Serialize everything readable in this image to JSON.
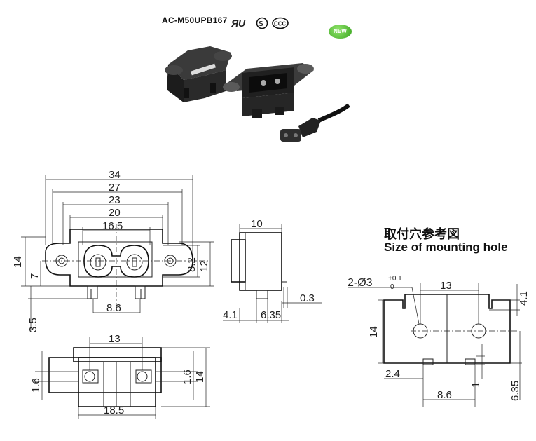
{
  "header": {
    "model": "AC-M50UPB167",
    "new_badge": "NEW",
    "cert_icons": [
      "ul-recognized-icon",
      "csa-icon",
      "ccc-icon"
    ]
  },
  "mounting_hole": {
    "title_cn": "取付穴参考図",
    "title_en": "Size of mounting hole",
    "hole_callout": "2-Ø3",
    "tol_upper": "+0.1",
    "tol_lower": "0",
    "dims": {
      "top": "13",
      "right_top": "4.1",
      "left_height": "14",
      "bottom_left": "2.4",
      "bottom_right": "1",
      "center": "8.6",
      "right_bottom": "6.35"
    }
  },
  "front_view": {
    "dims": {
      "d34": "34",
      "d27": "27",
      "d23": "23",
      "d20": "20",
      "d165": "16.5",
      "h14": "14",
      "h7": "7",
      "h82": "8.2",
      "h12": "12",
      "d86": "8.6",
      "h35": "3.5"
    }
  },
  "side_view": {
    "dims": {
      "top": "10",
      "t03": "0.3",
      "b41": "4.1",
      "b635": "6.35"
    }
  },
  "bottom_view": {
    "dims": {
      "top": "13",
      "left16": "1.6",
      "right16": "1.6",
      "right14": "14",
      "bottom": "18.5"
    }
  },
  "colors": {
    "ink": "#222222",
    "badge": "#3aa51f",
    "product": "#2b2b2b"
  }
}
